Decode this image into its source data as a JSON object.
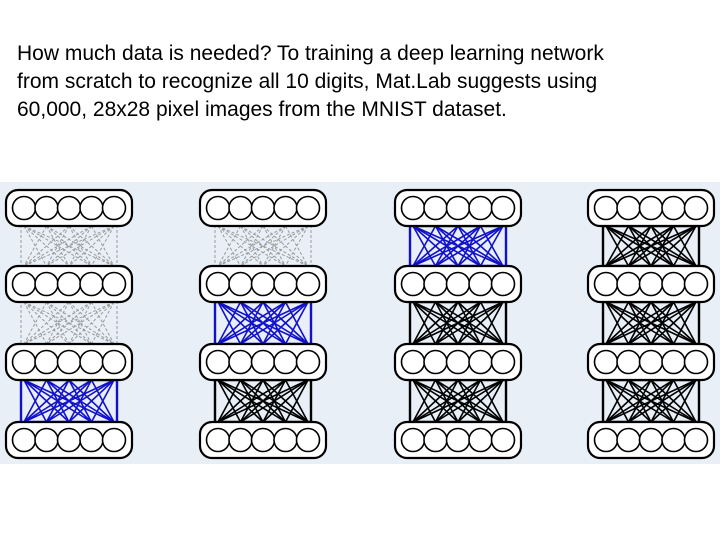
{
  "slide": {
    "lines": [
      "How much data is needed?  To training a deep learning network",
      "from scratch to recognize all 10 digits, Mat.Lab suggests using",
      "60,000, 28x28 pixel images from the MNIST dataset."
    ]
  },
  "diagram": {
    "colors": {
      "background": "#e9eff7",
      "node_fill": "#ffffff",
      "node_stroke": "#000000",
      "frozen": "#999999",
      "trained": "#1111cc",
      "fixed": "#000000"
    },
    "nodes_per_layer": 5,
    "layers_per_network": 4,
    "networks": [
      {
        "connections": [
          "frozen",
          "frozen",
          "trained"
        ]
      },
      {
        "connections": [
          "frozen",
          "trained",
          "fixed"
        ]
      },
      {
        "connections": [
          "trained",
          "fixed",
          "fixed"
        ]
      },
      {
        "connections": [
          "fixed",
          "fixed",
          "fixed"
        ]
      }
    ]
  }
}
